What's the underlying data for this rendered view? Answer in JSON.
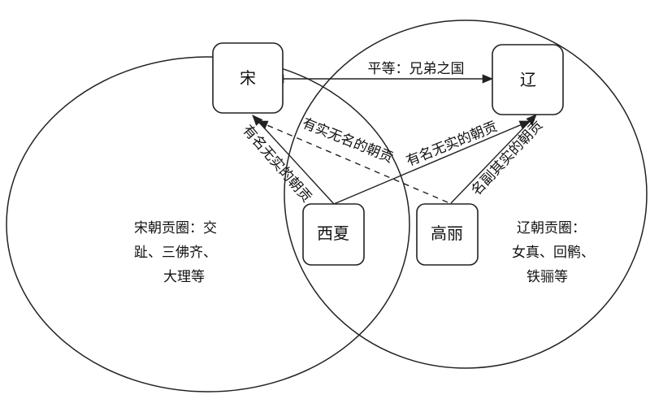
{
  "diagram": {
    "nodes": {
      "song": "宋",
      "liao": "辽",
      "xixia": "西夏",
      "goryeo": "高丽"
    },
    "regions": {
      "song_lines": [
        "宋朝贡圈：交",
        "趾、三佛齐、",
        "大理等"
      ],
      "liao_lines": [
        "辽朝贡圈：",
        "女真、回鹘、",
        "铁骊等"
      ]
    },
    "edges": {
      "song_liao": "平等：兄弟之国",
      "goryeo_song": "有实无名的朝贡",
      "xixia_liao": "有名无实的朝贡",
      "xixia_song": "有名无实的朝贡",
      "goryeo_liao": "名副其实的朝贡"
    }
  }
}
